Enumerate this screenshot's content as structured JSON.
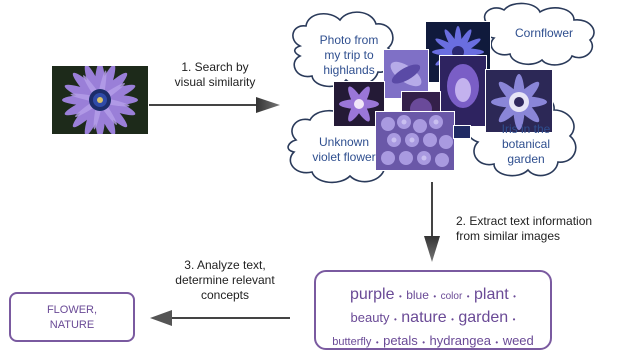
{
  "steps": {
    "step1_line1": "1. Search by",
    "step1_line2": "visual similarity",
    "step2_line1": "2. Extract text information",
    "step2_line2": "from similar images",
    "step3_line1": "3. Analyze text,",
    "step3_line2": "determine relevant",
    "step3_line3": "concepts"
  },
  "clouds": {
    "photo_trip": [
      "Photo from",
      "my trip to",
      "highlands"
    ],
    "cornflower": [
      "Cornflower"
    ],
    "unknown_violet": [
      "Unknown",
      "violet flower"
    ],
    "iris": [
      "Iris in the",
      "botanical",
      "garden"
    ]
  },
  "tags": {
    "purple": "purple",
    "blue": "blue",
    "color": "color",
    "plant": "plant",
    "beauty": "beauty",
    "nature": "nature",
    "garden": "garden",
    "butterfly": "butterfly",
    "petals": "petals",
    "hydrangea": "hydrangea",
    "weed": "weed",
    "separator": "•"
  },
  "result": {
    "line1": "FLOWER,",
    "line2": "NATURE"
  },
  "colors": {
    "box_border": "#7a5aa0",
    "tag_text": "#6a4a96",
    "cloud_text": "#2f4f8f",
    "cloud_stroke": "#2a3a5a",
    "arrow": "#555555"
  }
}
